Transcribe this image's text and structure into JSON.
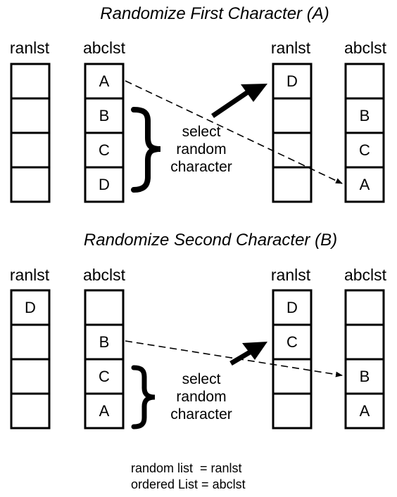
{
  "sections": [
    {
      "title": "Randomize First Character (A)",
      "columns": [
        {
          "label": "ranlst",
          "cells": [
            "",
            "",
            "",
            ""
          ]
        },
        {
          "label": "abclst",
          "cells": [
            "A",
            "B",
            "C",
            "D"
          ]
        },
        {
          "label": "ranlst",
          "cells": [
            "D",
            "",
            "",
            ""
          ]
        },
        {
          "label": "abclst",
          "cells": [
            "",
            "B",
            "C",
            "A"
          ]
        }
      ],
      "note": [
        "select",
        "random",
        "character"
      ]
    },
    {
      "title": "Randomize Second Character (B)",
      "columns": [
        {
          "label": "ranlst",
          "cells": [
            "D",
            "",
            "",
            ""
          ]
        },
        {
          "label": "abclst",
          "cells": [
            "",
            "B",
            "C",
            "A"
          ]
        },
        {
          "label": "ranlst",
          "cells": [
            "D",
            "C",
            "",
            ""
          ]
        },
        {
          "label": "abclst",
          "cells": [
            "",
            "",
            "B",
            "A"
          ]
        }
      ],
      "note": [
        "select",
        "random",
        "character"
      ]
    }
  ],
  "legend": [
    "random list  = ranlst",
    "ordered List = abclst"
  ]
}
